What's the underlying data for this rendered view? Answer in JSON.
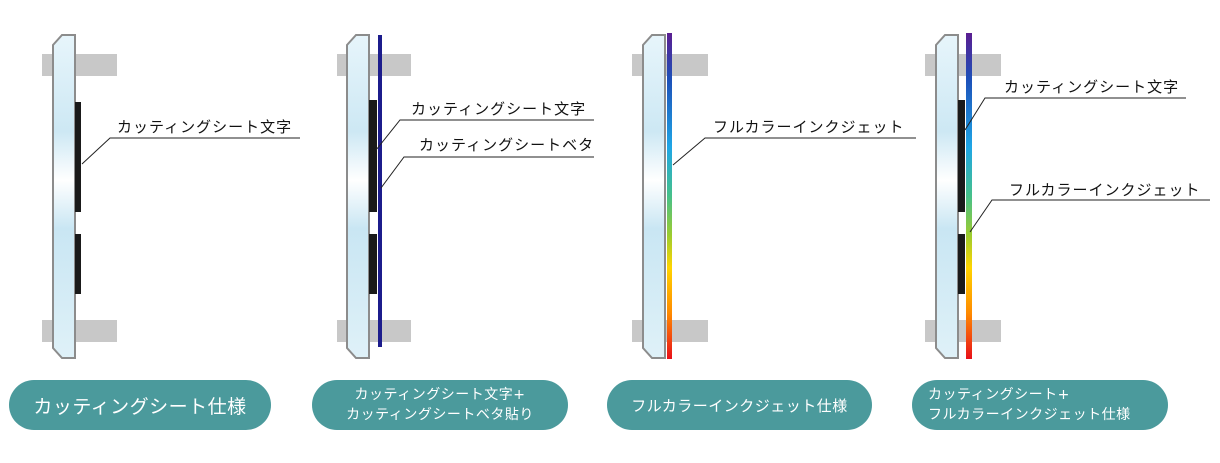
{
  "panels": [
    {
      "id": "cutting-sheet",
      "callouts": [
        "カッティングシート文字"
      ],
      "caption": [
        "カッティングシート仕様"
      ]
    },
    {
      "id": "cutting-sheet-text-plus-solid",
      "callouts": [
        "カッティングシート文字",
        "カッティングシートベタ"
      ],
      "caption": [
        "カッティングシート文字+",
        "カッティングシートベタ貼り"
      ]
    },
    {
      "id": "full-color-inkjet",
      "callouts": [
        "フルカラーインクジェット"
      ],
      "caption": [
        "フルカラーインクジェット仕様"
      ]
    },
    {
      "id": "cutting-sheet-plus-inkjet",
      "callouts": [
        "カッティングシート文字",
        "フルカラーインクジェット"
      ],
      "caption": [
        "カッティングシート+",
        "フルカラーインクジェット仕様"
      ]
    }
  ],
  "colors": {
    "caption_bg": "#4b9a9c",
    "caption_text": "#ffffff",
    "glass_fill": "#d6edf7",
    "glass_outline": "#8c8c8c",
    "bracket": "#c8c8c8",
    "cutting_sheet": "#1a1a1a",
    "solid_sheet": "#1c1c8c",
    "inkjet_gradient": [
      "#5b1e91",
      "#1d4fb8",
      "#1fa6e6",
      "#46c08a",
      "#9ccc2f",
      "#ffd400",
      "#ff8a00",
      "#e8101a"
    ]
  },
  "icons": [
    "glass-panel-icon",
    "mounting-bracket-icon",
    "cutting-sheet-icon",
    "solid-sheet-icon",
    "inkjet-sheet-icon"
  ]
}
